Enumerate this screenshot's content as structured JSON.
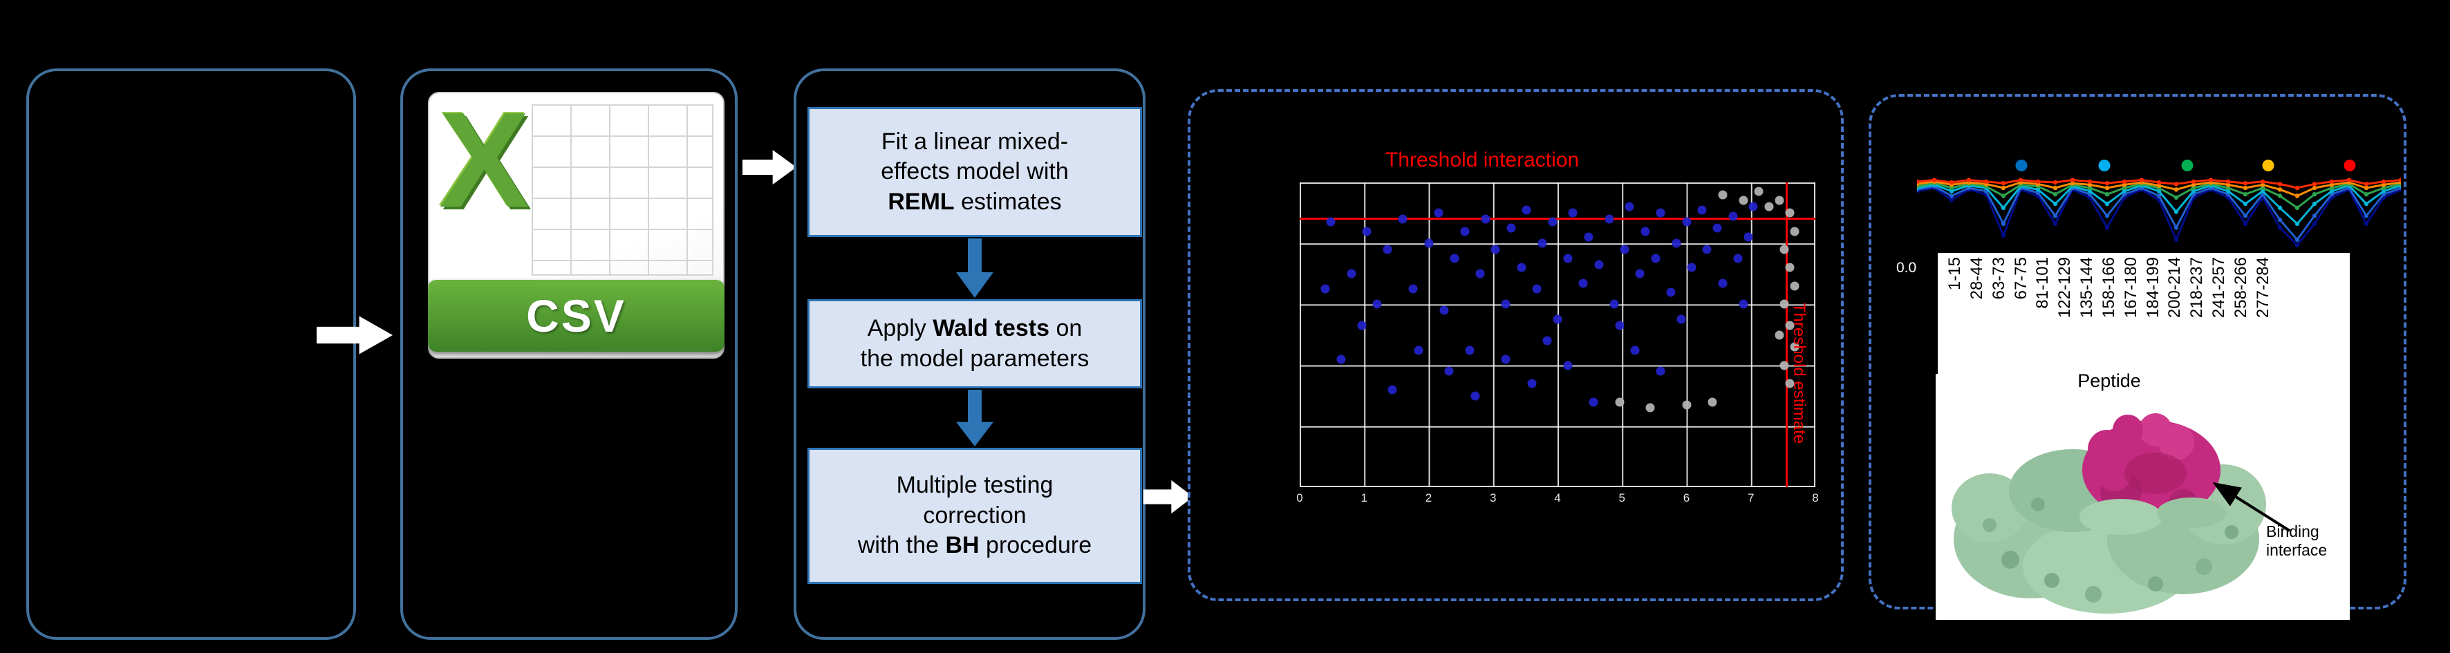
{
  "figure": {
    "csv": {
      "logo_letter": "X",
      "banner": "CSV"
    },
    "steps": {
      "step1": {
        "l1": "Fit a linear mixed-",
        "l2": "effects model with",
        "l3_bold": "REML",
        "l3_rest": " estimates"
      },
      "step2": {
        "l1_pre": "Apply ",
        "l1_bold": "Wald tests",
        "l1_post": " on",
        "l2": "the model parameters"
      },
      "step3": {
        "l1": "Multiple testing",
        "l2": "correction",
        "l3_pre": "with the ",
        "l3_bold": "BH",
        "l3_post": " procedure"
      }
    },
    "binding_label": {
      "line1": "Binding",
      "line2": "interface"
    }
  },
  "colors": {
    "panel_border": "#41719c",
    "dashed_border": "#4472c4",
    "step_box_fill": "#dae3f3",
    "step_box_border": "#2e75b6",
    "threshold_red": "#ff0000",
    "csv_green": "#4e9a2f",
    "protein_green": "#9cc7a6",
    "binding_magenta": "#c42a80"
  },
  "chart_data": [
    {
      "type": "scatter",
      "title": "Threshold interaction",
      "side_label": "Threshold estimate",
      "x_tick_labels": [
        "0",
        "1",
        "2",
        "3",
        "4",
        "5",
        "6",
        "7",
        "8"
      ],
      "grid": {
        "cols": 8,
        "rows": 5
      },
      "thresholds": {
        "horizontal_y_frac": 0.115,
        "vertical_x_frac": 0.943
      },
      "series": [
        {
          "name": "significant-peptides",
          "color": "#2222cc",
          "points": [
            [
              0.06,
              0.13
            ],
            [
              0.1,
              0.3
            ],
            [
              0.13,
              0.16
            ],
            [
              0.17,
              0.22
            ],
            [
              0.2,
              0.12
            ],
            [
              0.22,
              0.35
            ],
            [
              0.25,
              0.2
            ],
            [
              0.27,
              0.1
            ],
            [
              0.28,
              0.42
            ],
            [
              0.3,
              0.25
            ],
            [
              0.32,
              0.16
            ],
            [
              0.33,
              0.55
            ],
            [
              0.35,
              0.3
            ],
            [
              0.36,
              0.12
            ],
            [
              0.38,
              0.22
            ],
            [
              0.4,
              0.4
            ],
            [
              0.41,
              0.15
            ],
            [
              0.43,
              0.28
            ],
            [
              0.44,
              0.09
            ],
            [
              0.46,
              0.35
            ],
            [
              0.47,
              0.2
            ],
            [
              0.49,
              0.13
            ],
            [
              0.5,
              0.45
            ],
            [
              0.52,
              0.25
            ],
            [
              0.53,
              0.1
            ],
            [
              0.55,
              0.33
            ],
            [
              0.56,
              0.18
            ],
            [
              0.58,
              0.27
            ],
            [
              0.6,
              0.12
            ],
            [
              0.61,
              0.4
            ],
            [
              0.63,
              0.22
            ],
            [
              0.64,
              0.08
            ],
            [
              0.66,
              0.3
            ],
            [
              0.67,
              0.16
            ],
            [
              0.69,
              0.25
            ],
            [
              0.7,
              0.1
            ],
            [
              0.72,
              0.36
            ],
            [
              0.73,
              0.2
            ],
            [
              0.75,
              0.13
            ],
            [
              0.76,
              0.28
            ],
            [
              0.78,
              0.09
            ],
            [
              0.79,
              0.22
            ],
            [
              0.81,
              0.15
            ],
            [
              0.82,
              0.33
            ],
            [
              0.84,
              0.11
            ],
            [
              0.85,
              0.25
            ],
            [
              0.87,
              0.18
            ],
            [
              0.88,
              0.08
            ],
            [
              0.34,
              0.7
            ],
            [
              0.29,
              0.62
            ],
            [
              0.45,
              0.66
            ],
            [
              0.57,
              0.72
            ],
            [
              0.23,
              0.55
            ],
            [
              0.12,
              0.47
            ],
            [
              0.08,
              0.58
            ],
            [
              0.18,
              0.68
            ],
            [
              0.4,
              0.58
            ],
            [
              0.65,
              0.55
            ],
            [
              0.52,
              0.6
            ],
            [
              0.7,
              0.62
            ],
            [
              0.05,
              0.35
            ],
            [
              0.15,
              0.4
            ],
            [
              0.62,
              0.47
            ],
            [
              0.74,
              0.45
            ],
            [
              0.86,
              0.4
            ],
            [
              0.48,
              0.52
            ]
          ]
        },
        {
          "name": "nonsignificant-peptides",
          "color": "#b5b5b5",
          "points": [
            [
              0.93,
              0.06
            ],
            [
              0.95,
              0.1
            ],
            [
              0.96,
              0.16
            ],
            [
              0.94,
              0.22
            ],
            [
              0.95,
              0.28
            ],
            [
              0.96,
              0.34
            ],
            [
              0.94,
              0.4
            ],
            [
              0.95,
              0.47
            ],
            [
              0.96,
              0.54
            ],
            [
              0.94,
              0.6
            ],
            [
              0.95,
              0.66
            ],
            [
              0.93,
              0.5
            ],
            [
              0.82,
              0.04
            ],
            [
              0.86,
              0.06
            ],
            [
              0.89,
              0.03
            ],
            [
              0.91,
              0.08
            ],
            [
              0.62,
              0.72
            ],
            [
              0.68,
              0.74
            ],
            [
              0.75,
              0.73
            ],
            [
              0.8,
              0.72
            ]
          ]
        }
      ]
    },
    {
      "type": "line",
      "xlabel": "Peptide",
      "y_axis_visible_tick": "0.0",
      "categories": [
        "1-15",
        "28-44",
        "63-73",
        "67-75",
        "81-101",
        "122-129",
        "135-144",
        "158-166",
        "167-180",
        "184-199",
        "200-214",
        "218-237",
        "241-257",
        "258-266",
        "277-284"
      ],
      "legend_dot_colors": [
        "#0070c0",
        "#00b0f0",
        "#00b050",
        "#ffc000",
        "#ff0000"
      ],
      "series": [
        {
          "name": "series-navy",
          "color": "#000c8c",
          "values": [
            0.76,
            0.8,
            0.65,
            0.78,
            0.72,
            0.2,
            0.78,
            0.7,
            0.35,
            0.78,
            0.68,
            0.3,
            0.68,
            0.78,
            0.65,
            0.15,
            0.68,
            0.78,
            0.68,
            0.35,
            0.68,
            0.3,
            0.08,
            0.35,
            0.68,
            0.78,
            0.35,
            0.68,
            0.78
          ]
        },
        {
          "name": "series-blue",
          "color": "#1f5fd0",
          "values": [
            0.78,
            0.82,
            0.7,
            0.8,
            0.76,
            0.35,
            0.8,
            0.74,
            0.45,
            0.8,
            0.72,
            0.45,
            0.72,
            0.8,
            0.7,
            0.3,
            0.72,
            0.8,
            0.72,
            0.45,
            0.72,
            0.4,
            0.15,
            0.45,
            0.72,
            0.8,
            0.45,
            0.72,
            0.8
          ]
        },
        {
          "name": "series-cyan",
          "color": "#00b4d8",
          "values": [
            0.8,
            0.84,
            0.76,
            0.83,
            0.8,
            0.55,
            0.82,
            0.78,
            0.6,
            0.82,
            0.76,
            0.6,
            0.76,
            0.83,
            0.76,
            0.5,
            0.76,
            0.83,
            0.76,
            0.6,
            0.76,
            0.55,
            0.35,
            0.6,
            0.76,
            0.83,
            0.6,
            0.76,
            0.83
          ]
        },
        {
          "name": "series-green",
          "color": "#2da44e",
          "values": [
            0.82,
            0.86,
            0.8,
            0.85,
            0.82,
            0.7,
            0.84,
            0.82,
            0.72,
            0.84,
            0.8,
            0.72,
            0.8,
            0.85,
            0.8,
            0.68,
            0.8,
            0.85,
            0.8,
            0.72,
            0.8,
            0.7,
            0.55,
            0.72,
            0.8,
            0.85,
            0.72,
            0.8,
            0.85
          ]
        },
        {
          "name": "series-orange",
          "color": "#ff8c00",
          "values": [
            0.85,
            0.88,
            0.84,
            0.87,
            0.85,
            0.8,
            0.87,
            0.85,
            0.8,
            0.86,
            0.84,
            0.8,
            0.84,
            0.87,
            0.83,
            0.78,
            0.84,
            0.87,
            0.84,
            0.8,
            0.84,
            0.78,
            0.7,
            0.8,
            0.84,
            0.87,
            0.8,
            0.84,
            0.87
          ]
        },
        {
          "name": "series-red",
          "color": "#ff2a00",
          "values": [
            0.88,
            0.9,
            0.87,
            0.9,
            0.88,
            0.86,
            0.9,
            0.88,
            0.87,
            0.9,
            0.88,
            0.86,
            0.88,
            0.9,
            0.87,
            0.85,
            0.88,
            0.9,
            0.88,
            0.86,
            0.88,
            0.85,
            0.8,
            0.85,
            0.88,
            0.9,
            0.85,
            0.88,
            0.9
          ]
        }
      ]
    }
  ]
}
